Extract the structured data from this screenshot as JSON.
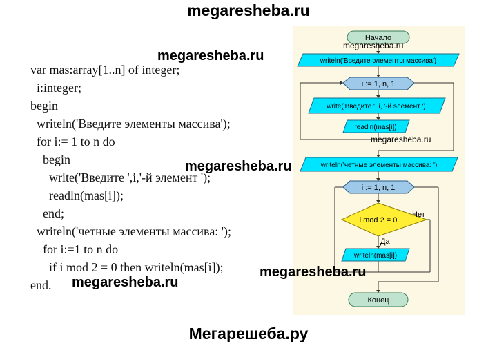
{
  "watermarks": {
    "top": "megaresheba.ru",
    "bottom": "Мегарешеба.ру",
    "overlay": "megaresheba.ru",
    "small": "megaresheba.ru"
  },
  "code_lines": [
    "var mas:array[1..n] of integer;",
    "  i:integer;",
    "begin",
    "  writeln('Введите элементы массива');",
    "  for i:= 1 to n do",
    "    begin",
    "      write('Введите ',i,'-й элемент ');",
    "      readln(mas[i]);",
    "    end;",
    "  writeln('четные элементы массива: ');",
    "    for i:=1 to n do",
    "      if i mod 2 = 0 then writeln(mas[i]);",
    "end."
  ],
  "flowchart": {
    "start": "Начало",
    "output1": "writeln('Введите элементы массива')",
    "loop1": "i := 1, n, 1",
    "write1": "write('Введите ', i, '-й элемент ')",
    "read1": "readln(mas[i])",
    "output2": "writeln('четные элементы массива: ')",
    "loop2": "i := 1, n, 1",
    "condition": "i mod 2 = 0",
    "no_label": "Нет",
    "yes_label": "Да",
    "output3": "writeln(mas[i])",
    "end": "Конец"
  },
  "colors": {
    "terminal_fill": "#bfe3cf",
    "io_fill": "#00e5ff",
    "loop_fill": "#9ec9e8",
    "decision_fill": "#ffee33",
    "panel_bg": "#fcf8e3"
  }
}
